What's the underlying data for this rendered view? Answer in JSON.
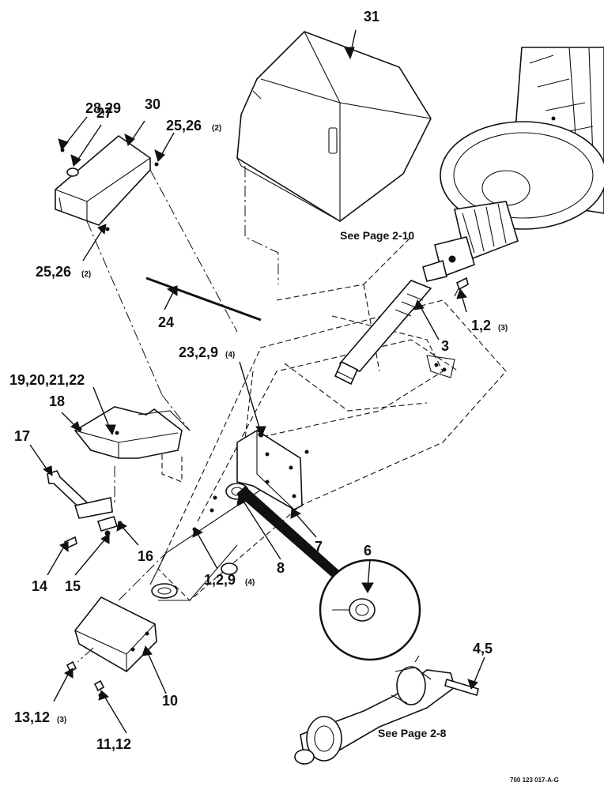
{
  "diagram": {
    "callouts": {
      "c31": "31",
      "c28_29": "28,29",
      "c27": "27",
      "c30": "30",
      "c25_26_top": "25,26",
      "c25_26_top_qty": "(2)",
      "c25_26_bottom": "25,26",
      "c25_26_bottom_qty": "(2)",
      "c24": "24",
      "c1_2": "1,2",
      "c1_2_qty": "(3)",
      "c3": "3",
      "c23_2_9": "23,2,9",
      "c23_2_9_qty": "(4)",
      "c19_22": "19,20,21,22",
      "c18": "18",
      "c17": "17",
      "c16": "16",
      "c14": "14",
      "c15": "15",
      "c8": "8",
      "c7": "7",
      "c1_2_9": "1,2,9",
      "c1_2_9_qty": "(4)",
      "c6": "6",
      "c10": "10",
      "c13_12": "13,12",
      "c13_12_qty": "(3)",
      "c11_12": "11,12",
      "c4_5": "4,5"
    },
    "notes": {
      "see_page_2_10": "See Page 2-10",
      "see_page_2_8": "See Page 2-8"
    },
    "figure_code": "700 123 017-A-G"
  }
}
